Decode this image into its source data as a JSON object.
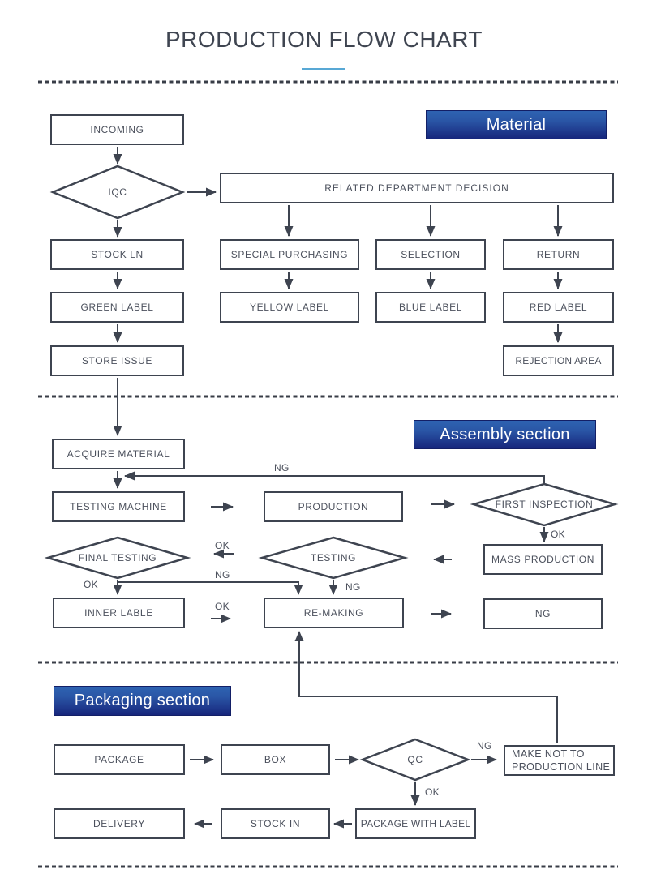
{
  "title": {
    "text": "PRODUCTION FLOW CHART"
  },
  "sections": {
    "material": {
      "label": "Material"
    },
    "assembly": {
      "label": "Assembly section"
    },
    "packaging": {
      "label": "Packaging section"
    }
  },
  "nodes": {
    "incoming": {
      "label": "INCOMING"
    },
    "iqc": {
      "label": "IQC"
    },
    "related_decision": {
      "label": "RELATED DEPARTMENT DECISION"
    },
    "stock_ln": {
      "label": "STOCK LN"
    },
    "special_purchasing": {
      "label": "SPECIAL PURCHASING"
    },
    "selection": {
      "label": "SELECTION"
    },
    "return": {
      "label": "RETURN"
    },
    "green_label": {
      "label": "GREEN LABEL"
    },
    "yellow_label": {
      "label": "YELLOW LABEL"
    },
    "blue_label": {
      "label": "BLUE LABEL"
    },
    "red_label": {
      "label": "RED LABEL"
    },
    "store_issue": {
      "label": "STORE ISSUE"
    },
    "rejection_area": {
      "label": "REJECTION AREA"
    },
    "acquire_material": {
      "label": "ACQUIRE MATERIAL"
    },
    "testing_machine": {
      "label": "TESTING MACHINE"
    },
    "production": {
      "label": "PRODUCTION"
    },
    "first_inspection": {
      "label": "FIRST INSPECTION"
    },
    "mass_production": {
      "label": "MASS PRODUCTION"
    },
    "testing": {
      "label": "TESTING"
    },
    "final_testing": {
      "label": "FINAL TESTING"
    },
    "inner_lable": {
      "label": "INNER LABLE"
    },
    "re_making": {
      "label": "RE-MAKING"
    },
    "ng": {
      "label": "NG"
    },
    "package": {
      "label": "PACKAGE"
    },
    "box": {
      "label": "BOX"
    },
    "qc": {
      "label": "QC"
    },
    "make_not": {
      "line1": "MAKE NOT TO",
      "line2": "PRODUCTION LINE"
    },
    "package_with_label": {
      "label": "PACKAGE WITH LABEL"
    },
    "stock_in": {
      "label": "STOCK IN"
    },
    "delivery": {
      "label": "DELIVERY"
    }
  },
  "edge_labels": {
    "ng_firstinspection_return": "NG",
    "ok_first_inspection": "OK",
    "ok_testing_to_final": "OK",
    "ng_testing_to_remaking": "NG",
    "ng_final_to_remaking": "NG",
    "ok_final_to_inner": "OK",
    "ok_inner_to_remaking": "OK",
    "ng_qc": "NG",
    "ok_qc": "OK"
  },
  "colors": {
    "line": "#3e4450",
    "text": "#4b505c",
    "banner_top": "#2e63b2",
    "banner_bottom": "#17267c",
    "title_underline": "#58a8d5"
  }
}
